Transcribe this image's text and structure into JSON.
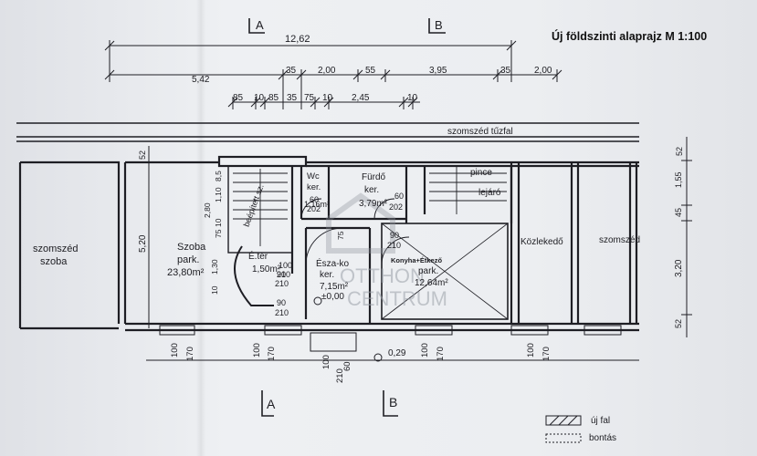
{
  "title": "Új földszinti alaprajz  M 1:100",
  "section_markers": {
    "a_top": "A",
    "b_top": "B",
    "a_bottom": "A",
    "b_bottom": "B"
  },
  "dimensions": {
    "overall": "12,62",
    "row2": [
      "5,42",
      "35",
      "2,00",
      "55",
      "3,95",
      "35",
      "2,00"
    ],
    "row3": [
      "85",
      "10",
      "85",
      "35",
      "75",
      "10",
      "2,45",
      "10"
    ],
    "right_side": [
      "52",
      "1,55",
      "45",
      "3,20",
      "52"
    ],
    "left_side": [
      "52",
      "5,20"
    ],
    "stair_side": [
      "8,5",
      "1,10",
      "2,80",
      "10",
      "75",
      "1,30",
      "10"
    ],
    "bottom": [
      "100",
      "170",
      "100",
      "170",
      "100",
      "210",
      "60",
      "100",
      "170",
      "100",
      "170"
    ],
    "wc_door": [
      "60",
      "202"
    ],
    "furdo_door": [
      "60",
      "202"
    ],
    "kitchen_door": [
      "90",
      "210"
    ],
    "eszako_door": [
      "90",
      "210"
    ],
    "eszako_door2": [
      "90",
      "210"
    ],
    "eter_door": [
      "100",
      "210"
    ],
    "window_misc": [
      "75",
      "0,29"
    ]
  },
  "labels": {
    "szomszed_tuzfal": "szomszéd  tűzfal",
    "szomszed_szoba_1": "szomszéd",
    "szomszed_szoba_2": "szoba",
    "szoba_1": "Szoba",
    "szoba_2": "park.",
    "szoba_3": "23,80m²",
    "beepitett": "beépített sz.",
    "wc_1": "Wc",
    "wc_2": "ker.",
    "wc_3": "1,16m²",
    "furdo_1": "Fürdő",
    "furdo_2": "ker.",
    "furdo_3": "3,79m²",
    "pince_1": "pince",
    "pince_2": "lejáró",
    "eter_1": "É.tér",
    "eter_2": "1,50m²",
    "eszako_1": "Észa-ko",
    "eszako_2": "ker.",
    "eszako_3": "7,15m²",
    "level": "±0,00",
    "konyha_1": "Konyha+Étkező",
    "konyha_2": "park.",
    "konyha_3": "12,64m²",
    "kozlekedo": "Közlekedő",
    "szomszed_right": "szomszéd",
    "uj_fal": "új fal",
    "bontas": "bontás"
  },
  "watermark": {
    "line1": "OTTHON",
    "line2": "CENTRUM"
  }
}
